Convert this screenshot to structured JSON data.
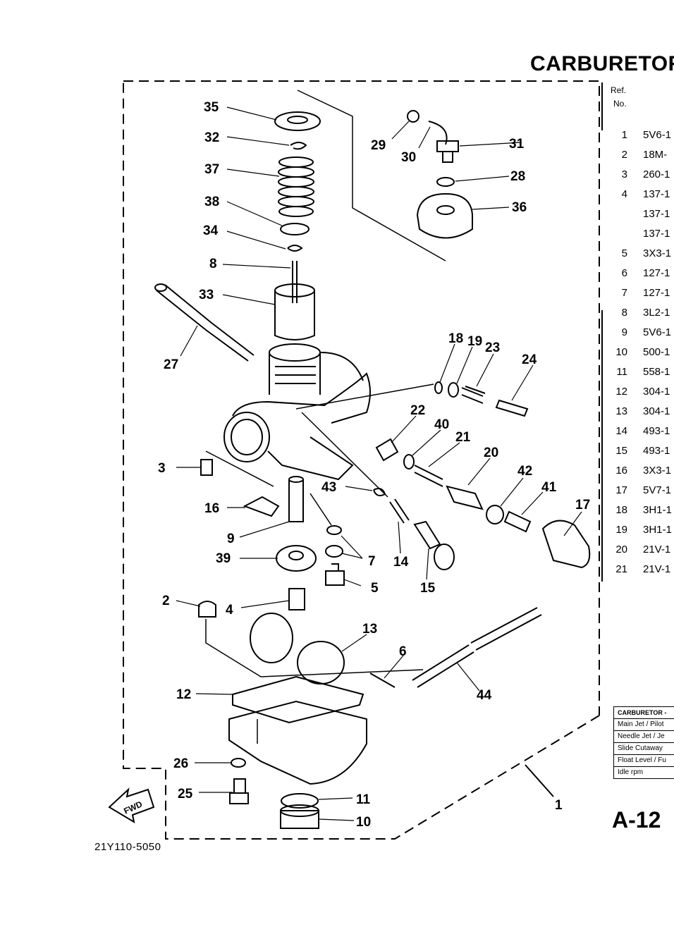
{
  "title": "CARBURETOR",
  "table_header": {
    "ref": "Ref.",
    "no": "No."
  },
  "parts_table": [
    {
      "no": "1",
      "part": "5V6-1"
    },
    {
      "no": "2",
      "part": "18M-"
    },
    {
      "no": "3",
      "part": "260-1"
    },
    {
      "no": "4",
      "part": "137-1"
    },
    {
      "no": "",
      "part": "137-1"
    },
    {
      "no": "",
      "part": "137-1"
    },
    {
      "no": "5",
      "part": "3X3-1"
    },
    {
      "no": "6",
      "part": "127-1"
    },
    {
      "no": "7",
      "part": "127-1"
    },
    {
      "no": "8",
      "part": "3L2-1"
    },
    {
      "no": "9",
      "part": "5V6-1"
    },
    {
      "no": "10",
      "part": "500-1"
    },
    {
      "no": "11",
      "part": "558-1"
    },
    {
      "no": "12",
      "part": "304-1"
    },
    {
      "no": "13",
      "part": "304-1"
    },
    {
      "no": "14",
      "part": "493-1"
    },
    {
      "no": "15",
      "part": "493-1"
    },
    {
      "no": "16",
      "part": "3X3-1"
    },
    {
      "no": "17",
      "part": "5V7-1"
    },
    {
      "no": "18",
      "part": "3H1-1"
    },
    {
      "no": "19",
      "part": "3H1-1"
    },
    {
      "no": "20",
      "part": "21V-1"
    },
    {
      "no": "21",
      "part": "21V-1"
    }
  ],
  "spec_box": {
    "title": "CARBURETOR -",
    "rows": [
      "Main Jet / Pilot",
      "Needle Jet / Je",
      "Slide Cutaway",
      "Float Level / Fu",
      "Idle rpm"
    ]
  },
  "callouts": {
    "c1": "1",
    "c2": "2",
    "c3": "3",
    "c4": "4",
    "c5": "5",
    "c6": "6",
    "c7": "7",
    "c8": "8",
    "c9": "9",
    "c10": "10",
    "c11": "11",
    "c12": "12",
    "c13": "13",
    "c14": "14",
    "c15": "15",
    "c16": "16",
    "c17": "17",
    "c18": "18",
    "c19": "19",
    "c20": "20",
    "c21": "21",
    "c22": "22",
    "c23": "23",
    "c24": "24",
    "c25": "25",
    "c26": "26",
    "c27": "27",
    "c28": "28",
    "c29": "29",
    "c30": "30",
    "c31": "31",
    "c32": "32",
    "c33": "33",
    "c34": "34",
    "c35": "35",
    "c36": "36",
    "c37": "37",
    "c38": "38",
    "c39": "39",
    "c40": "40",
    "c41": "41",
    "c42": "42",
    "c43": "43",
    "c44": "44"
  },
  "fwd_label": "FWD",
  "page_number": "A-12",
  "diagram_code": "21Y110-5050"
}
